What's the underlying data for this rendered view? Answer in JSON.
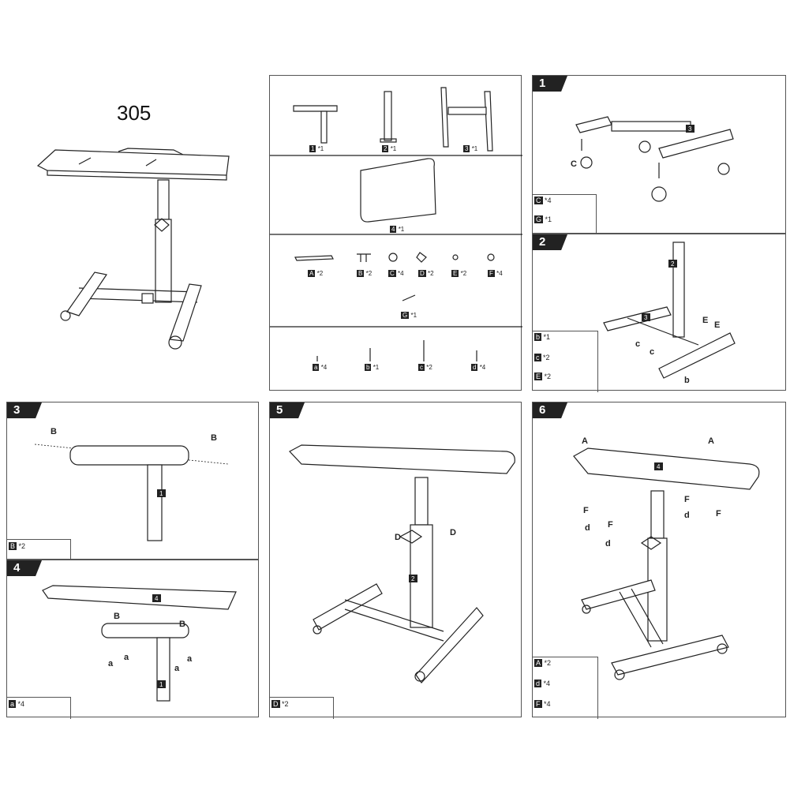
{
  "model": "305",
  "steps": [
    "1",
    "2",
    "3",
    "4",
    "5",
    "6"
  ],
  "parts": [
    {
      "id": "1",
      "qty": "*1"
    },
    {
      "id": "2",
      "qty": "*1"
    },
    {
      "id": "3",
      "qty": "*1"
    },
    {
      "id": "4",
      "qty": "*1"
    }
  ],
  "hardware": [
    {
      "id": "A",
      "qty": "*2"
    },
    {
      "id": "B",
      "qty": "*2"
    },
    {
      "id": "C",
      "qty": "*4"
    },
    {
      "id": "D",
      "qty": "*2"
    },
    {
      "id": "E",
      "qty": "*2"
    },
    {
      "id": "F",
      "qty": "*4"
    },
    {
      "id": "G",
      "qty": "*1"
    }
  ],
  "screws": [
    {
      "id": "a",
      "qty": "*4"
    },
    {
      "id": "b",
      "qty": "*1"
    },
    {
      "id": "c",
      "qty": "*2"
    },
    {
      "id": "d",
      "qty": "*4"
    }
  ],
  "step1": {
    "part": "3",
    "callout": "C",
    "boxes": [
      {
        "id": "C",
        "qty": "*4"
      },
      {
        "id": "G",
        "qty": "*1"
      }
    ]
  },
  "step2": {
    "parts": [
      "2",
      "3"
    ],
    "callouts": [
      "E",
      "E",
      "c",
      "c",
      "b"
    ],
    "boxes": [
      {
        "id": "b",
        "qty": "*1"
      },
      {
        "id": "c",
        "qty": "*2"
      },
      {
        "id": "E",
        "qty": "*2"
      }
    ]
  },
  "step3": {
    "part": "1",
    "callout": "B",
    "boxes": [
      {
        "id": "B",
        "qty": "*2"
      }
    ]
  },
  "step4": {
    "parts": [
      "4",
      "1"
    ],
    "callouts": [
      "B",
      "a"
    ],
    "boxes": [
      {
        "id": "a",
        "qty": "*4"
      }
    ]
  },
  "step5": {
    "part": "2",
    "callout": "D",
    "boxes": [
      {
        "id": "D",
        "qty": "*2"
      }
    ]
  },
  "step6": {
    "part": "4",
    "callouts": [
      "A",
      "F",
      "d"
    ],
    "boxes": [
      {
        "id": "A",
        "qty": "*2"
      },
      {
        "id": "d",
        "qty": "*4"
      },
      {
        "id": "F",
        "qty": "*4"
      }
    ]
  }
}
